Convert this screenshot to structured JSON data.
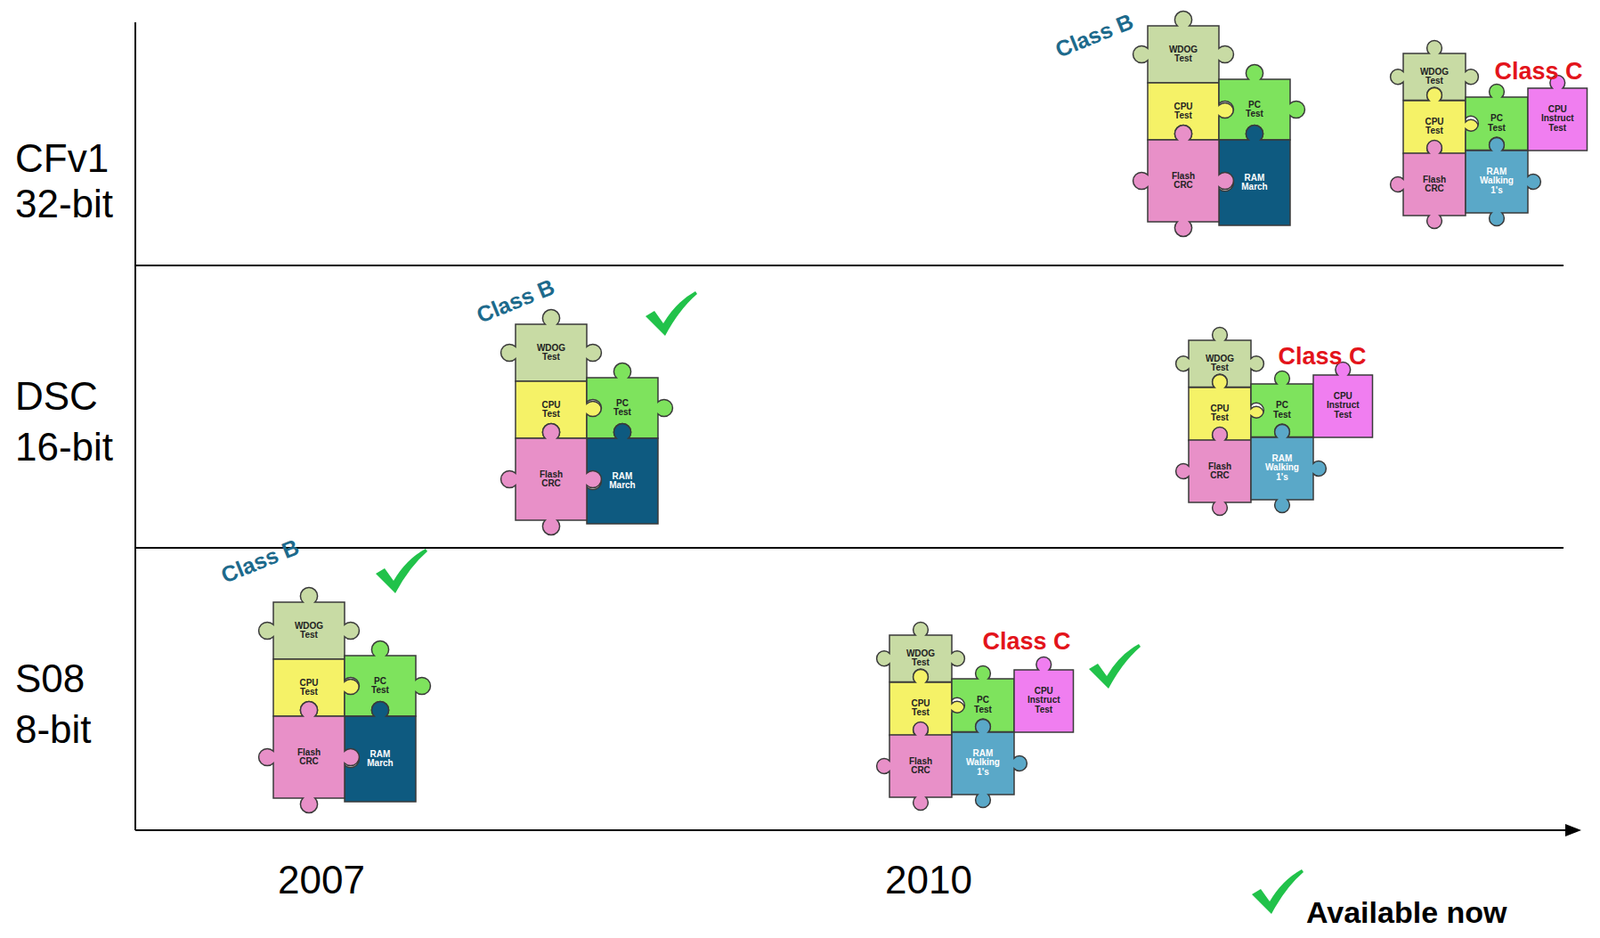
{
  "diagram": {
    "nodes": [
      {
        "text": [
          "WDOG Test"
        ]
      },
      {
        "text": [
          "CPU Test"
        ]
      },
      {
        "text": [
          "PC Test"
        ]
      },
      {
        "text": [
          "RAM March"
        ]
      },
      {
        "text": [
          "Flash CRC"
        ]
      },
      {
        "text": [
          "WDOG Test"
        ]
      },
      {
        "text": [
          "CPU Test"
        ]
      },
      {
        "text": [
          "PC Test"
        ]
      },
      {
        "text": [
          "CPU Instruct Test"
        ]
      },
      {
        "text": [
          "Flash CRC"
        ]
      },
      {
        "text": [
          "RAM Walking 1's"
        ]
      },
      {
        "text": [
          "WDOG Test"
        ]
      },
      {
        "text": [
          "CPU Test"
        ]
      },
      {
        "text": [
          "PC Test"
        ]
      },
      {
        "text": [
          "RAM March"
        ]
      },
      {
        "text": [
          "Flash CRC"
        ]
      },
      {
        "text": [
          "WDOG Test"
        ]
      },
      {
        "text": [
          "CPU Test"
        ]
      },
      {
        "text": [
          "PC Test"
        ]
      },
      {
        "text": [
          "CPU Instruct Test"
        ]
      },
      {
        "text": [
          "Flash CRC"
        ]
      },
      {
        "text": [
          "RAM Walking 1's"
        ]
      },
      {
        "text": [
          "WDOG Test"
        ]
      },
      {
        "text": [
          "CPU Test"
        ]
      },
      {
        "text": [
          "PC Test"
        ]
      },
      {
        "text": [
          "RAM March"
        ]
      },
      {
        "text": [
          "Flash CRC"
        ]
      },
      {
        "text": [
          "WDOG Test"
        ]
      },
      {
        "text": [
          "CPU Test"
        ]
      },
      {
        "text": [
          "PC Test"
        ]
      },
      {
        "text": [
          "CPU Instruct Test"
        ]
      },
      {
        "text": [
          "Flash CRC"
        ]
      },
      {
        "text": [
          "RAM Walking 1's"
        ]
      }
    ],
    "labels": [
      "CFv1",
      "32-bit",
      "DSC",
      "16-bit",
      "S08",
      "8-bit",
      "Class B",
      "Class C",
      "Class B",
      "Class C",
      "Class B",
      "Class C",
      "2007",
      "2010"
    ],
    "legend": [
      {
        "text": "Available now"
      }
    ]
  }
}
